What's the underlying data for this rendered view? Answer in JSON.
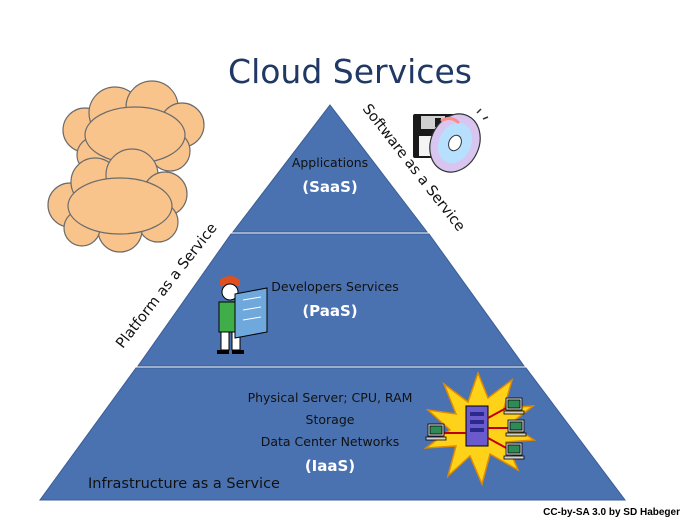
{
  "title": "Cloud Services",
  "layers": {
    "saas": {
      "label": "Applications",
      "abbr": "(SaaS)"
    },
    "paas": {
      "label": "Developers Services",
      "abbr": "(PaaS)"
    },
    "iaas": {
      "lines": [
        "Physical Server; CPU, RAM",
        "Storage",
        "Data Center Networks"
      ],
      "abbr": "(IaaS)"
    }
  },
  "side_labels": {
    "software": "Software as a Service",
    "platform": "Platform as a Service",
    "infrastructure": "Infrastructure as a Service"
  },
  "credit": "CC-by-SA 3.0 by SD Habeger",
  "colors": {
    "pyramid": "#4a72b0",
    "pyramid_edge": "#3a5d96",
    "title": "#1f3864",
    "cloud": "#f9c48c",
    "cloud_edge": "#6b6b6b",
    "burst": "#ffd21a"
  },
  "icons": [
    "cloud-icon",
    "floppy-disk-icon",
    "cd-disc-icon",
    "developer-with-blueprint-icon",
    "server-burst-icon",
    "computer-icon"
  ]
}
